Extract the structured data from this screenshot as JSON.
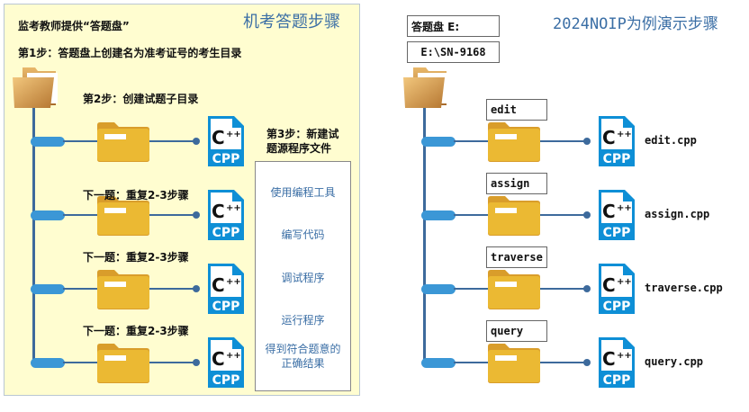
{
  "left": {
    "title": "机考答题步骤",
    "provide": "监考教师提供“答题盘”",
    "step1": "第1步：答题盘上创建名为准考证号的考生目录",
    "step2": "第2步：创建试题子目录",
    "step3_line1": "第3步：新建试",
    "step3_line2": "题源程序文件",
    "repeat_labels": [
      "下一题：重复2-3步骤",
      "下一题：重复2-3步骤",
      "下一题：重复2-3步骤"
    ],
    "steps_box": {
      "items": [
        "使用编程工具",
        "编写代码",
        "调试程序",
        "运行程序"
      ],
      "final_line1": "得到符合题意的",
      "final_line2": "正确结果"
    },
    "cpp_icon_text": "CPP",
    "cpp_icon_symbol": "C++"
  },
  "right": {
    "title": "2024NOIP为例演示步骤",
    "drive_label": "答题盘 E:",
    "student_dir": "E:\\SN-9168",
    "problems": [
      {
        "dir": "edit",
        "file": "edit.cpp"
      },
      {
        "dir": "assign",
        "file": "assign.cpp"
      },
      {
        "dir": "traverse",
        "file": "traverse.cpp"
      },
      {
        "dir": "query",
        "file": "query.cpp"
      }
    ],
    "cpp_icon_text": "CPP",
    "cpp_icon_symbol": "C++"
  },
  "colors": {
    "panel_bg": "#fffdd0",
    "title_blue": "#3a6ea5",
    "line_blue": "#3d6a9c",
    "pill_blue": "#3b97d6",
    "folder_yellow": "#ebb933",
    "cpp_blue": "#0e8fd6"
  }
}
